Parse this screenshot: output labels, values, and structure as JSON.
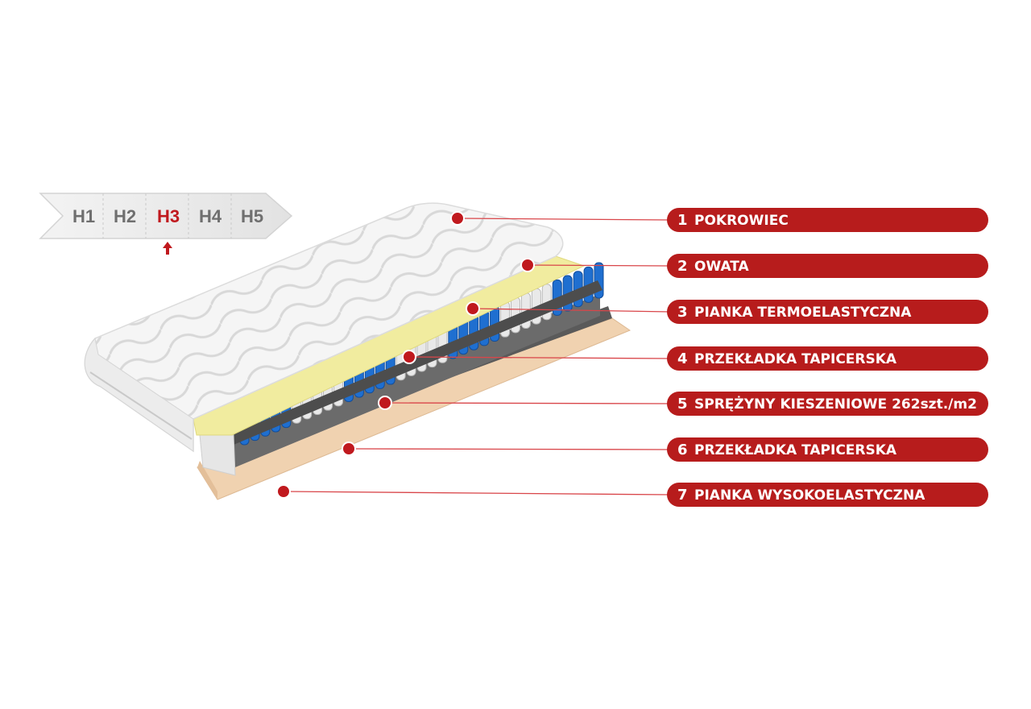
{
  "hardness_scale": {
    "levels": [
      "H1",
      "H2",
      "H3",
      "H4",
      "H5"
    ],
    "selected": "H3",
    "selected_color": "#c0191e",
    "default_color": "#6f6f6f",
    "indicator_icon": "arrow-up-icon"
  },
  "layers": [
    {
      "number": "1",
      "label": "POKROWIEC"
    },
    {
      "number": "2",
      "label": "OWATA"
    },
    {
      "number": "3",
      "label": "PIANKA TERMOELASTYCZNA"
    },
    {
      "number": "4",
      "label": "PRZEKŁADKA TAPICERSKA"
    },
    {
      "number": "5",
      "label": "SPRĘŻYNY KIESZENIOWE 262szt./m2"
    },
    {
      "number": "6",
      "label": "PRZEKŁADKA TAPICERSKA"
    },
    {
      "number": "7",
      "label": "PIANKA WYSOKOELASTYCZNA"
    }
  ],
  "colors": {
    "label_bar": "#b71c1c",
    "leader_line": "#d9464a",
    "marker_dot": "#c0191e",
    "cover": "#f4f4f4",
    "wadding": "#f1ec9f",
    "spring_blue": "#1f6fd0",
    "spring_white": "#e9e9e9",
    "base_foam": "#f0d2b0"
  }
}
